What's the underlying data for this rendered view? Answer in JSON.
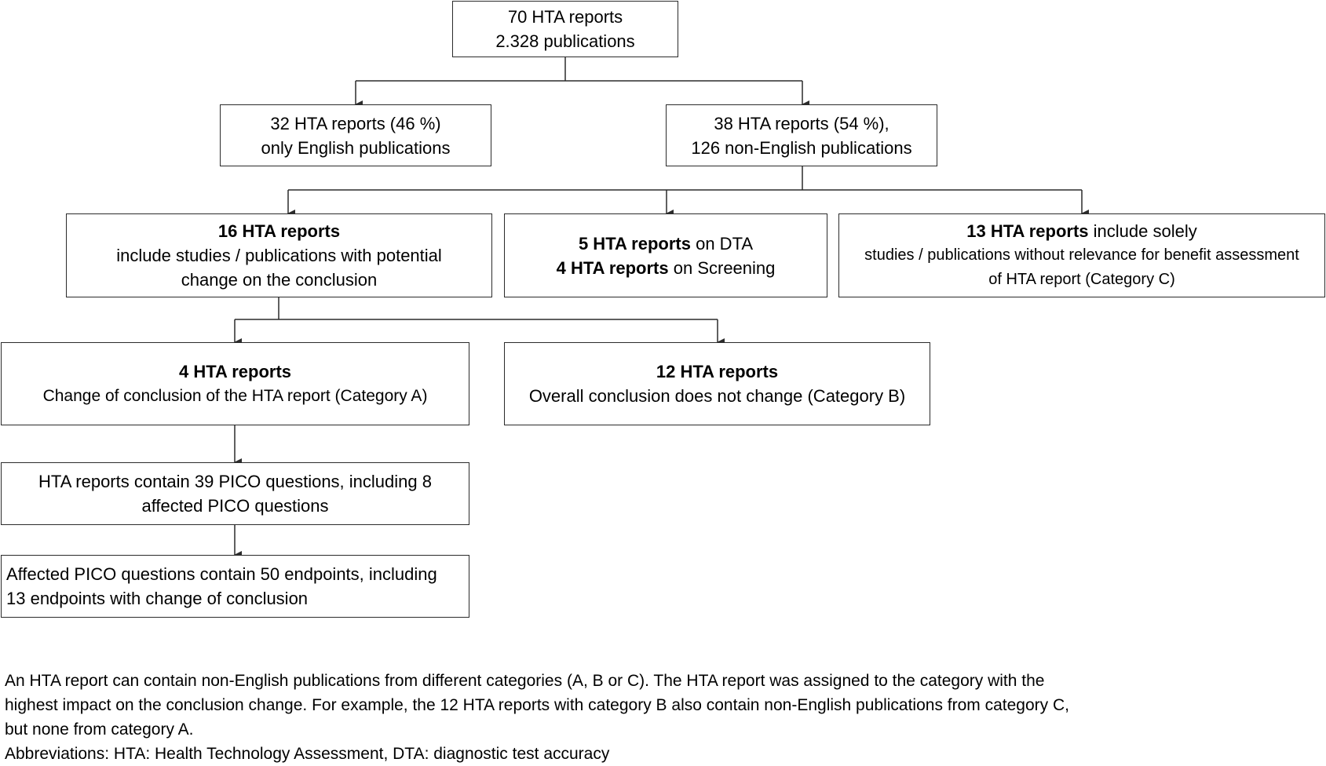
{
  "boxes": {
    "root": {
      "line1": "70 HTA reports",
      "line2": "2.328 publications"
    },
    "english": {
      "line1": "32 HTA reports (46 %)",
      "line2": "only English publications"
    },
    "non_english": {
      "line1": "38 HTA reports (54 %),",
      "line2": "126 non-English publications"
    },
    "potential_change": {
      "line1_bold": "16 HTA reports",
      "line2": "include studies / publications with potential",
      "line3": "change on the conclusion"
    },
    "dta_screening": {
      "line1_bold": "5 HTA reports",
      "line1_rest": " on DTA",
      "line2_bold": "4 HTA reports",
      "line2_rest": " on Screening"
    },
    "category_c": {
      "line1_bold": "13 HTA reports",
      "line1_rest": " include solely",
      "line2": "studies / publications without relevance for benefit assessment",
      "line3": "of HTA report (Category C)"
    },
    "category_a": {
      "line1_bold": "4 HTA reports",
      "line2": "Change of conclusion of the HTA report (Category A)"
    },
    "category_b": {
      "line1_bold": "12 HTA reports",
      "line2": "Overall conclusion does not change (Category B)"
    },
    "pico": {
      "line1": "HTA reports contain 39 PICO questions, including 8",
      "line2": "affected PICO questions"
    },
    "endpoints": {
      "line1": "Affected PICO questions contain 50 endpoints, including",
      "line2": "13 endpoints with change of conclusion"
    }
  },
  "footnote": {
    "line1": "An HTA report can contain non-English publications from different categories (A, B or C). The HTA report was assigned to the category with the",
    "line2": "highest impact on the conclusion change. For example, the 12 HTA reports with category B also contain non-English publications from category C,",
    "line3": "but none from category A.",
    "abbreviations": "Abbreviations: HTA: Health Technology Assessment, DTA: diagnostic test accuracy"
  },
  "colors": {
    "line": "#2b2b2b",
    "background": "#ffffff"
  }
}
